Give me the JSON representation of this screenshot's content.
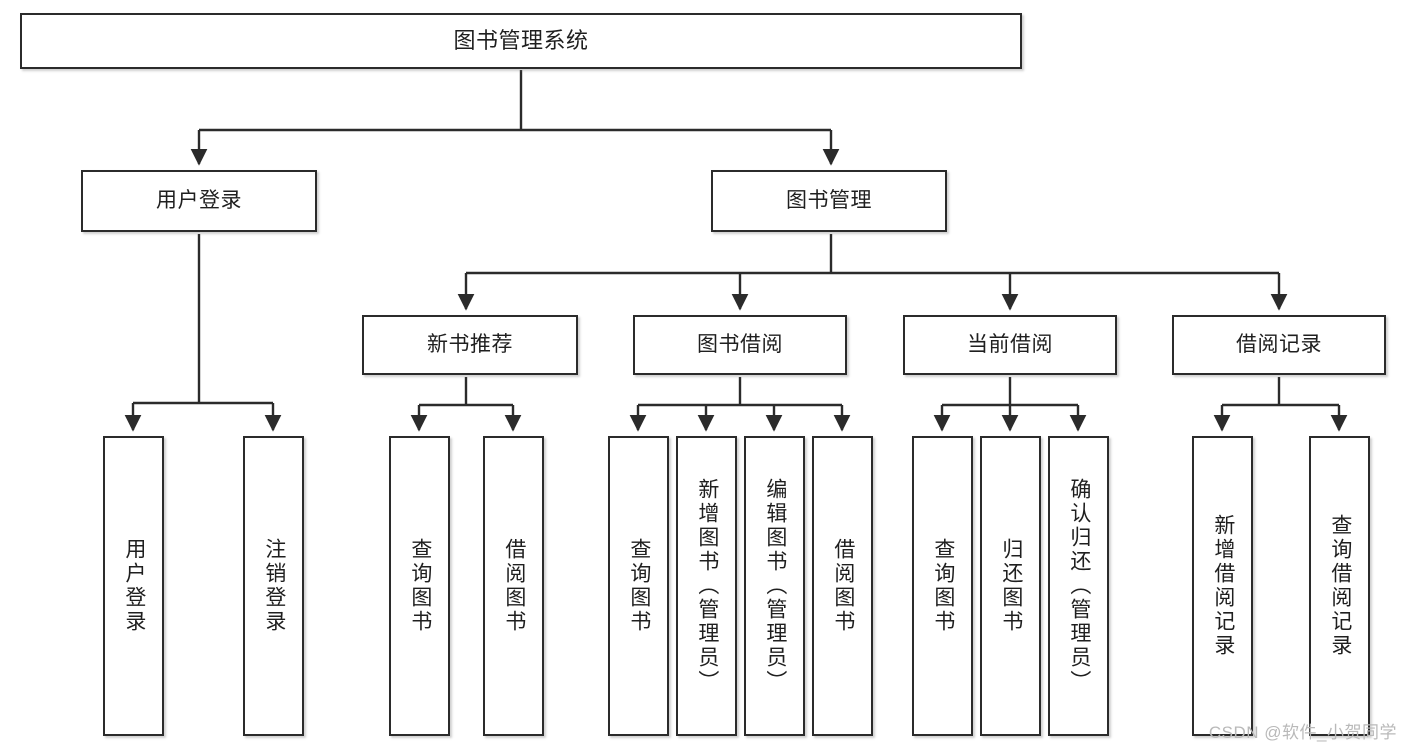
{
  "diagram": {
    "title": "图书管理系统",
    "type": "hierarchy-tree",
    "watermark": "CSDN @软件_小贺同学",
    "colors": {
      "node_border": "#2b2b2b",
      "node_fill": "#ffffff",
      "edge": "#2b2b2b",
      "text": "#1f1f1f",
      "watermark": "#b9b9b9",
      "background": "#ffffff"
    },
    "levels": {
      "root": "图书管理系统",
      "level2": [
        "用户登录",
        "图书管理"
      ],
      "level3": [
        "新书推荐",
        "图书借阅",
        "当前借阅",
        "借阅记录"
      ],
      "leaves": [
        "用户登录",
        "注销登录",
        "查询图书",
        "借阅图书",
        "查询图书",
        "新增图书（管理员）",
        "编辑图书（管理员）",
        "借阅图书",
        "查询图书",
        "归还图书",
        "确认归还（管理员）",
        "新增借阅记录",
        "查询借阅记录"
      ]
    },
    "nodes": {
      "root": {
        "label": "图书管理系统"
      },
      "user_login": {
        "label": "用户登录"
      },
      "book_manage": {
        "label": "图书管理"
      },
      "new_book_rec": {
        "label": "新书推荐"
      },
      "book_borrow": {
        "label": "图书借阅"
      },
      "current_borrow": {
        "label": "当前借阅"
      },
      "borrow_record": {
        "label": "借阅记录"
      },
      "leaf_user_login": {
        "label": "用户登录"
      },
      "leaf_logout": {
        "label": "注销登录"
      },
      "leaf_query_book_1": {
        "label": "查询图书"
      },
      "leaf_borrow_book_1": {
        "label": "借阅图书"
      },
      "leaf_query_book_2": {
        "label": "查询图书"
      },
      "leaf_add_book": {
        "label": "新增图书（管理员）"
      },
      "leaf_edit_book": {
        "label": "编辑图书（管理员）"
      },
      "leaf_borrow_book_2": {
        "label": "借阅图书"
      },
      "leaf_query_book_3": {
        "label": "查询图书"
      },
      "leaf_return_book": {
        "label": "归还图书"
      },
      "leaf_confirm_return": {
        "label": "确认归还（管理员）"
      },
      "leaf_add_record": {
        "label": "新增借阅记录"
      },
      "leaf_query_record": {
        "label": "查询借阅记录"
      }
    }
  }
}
